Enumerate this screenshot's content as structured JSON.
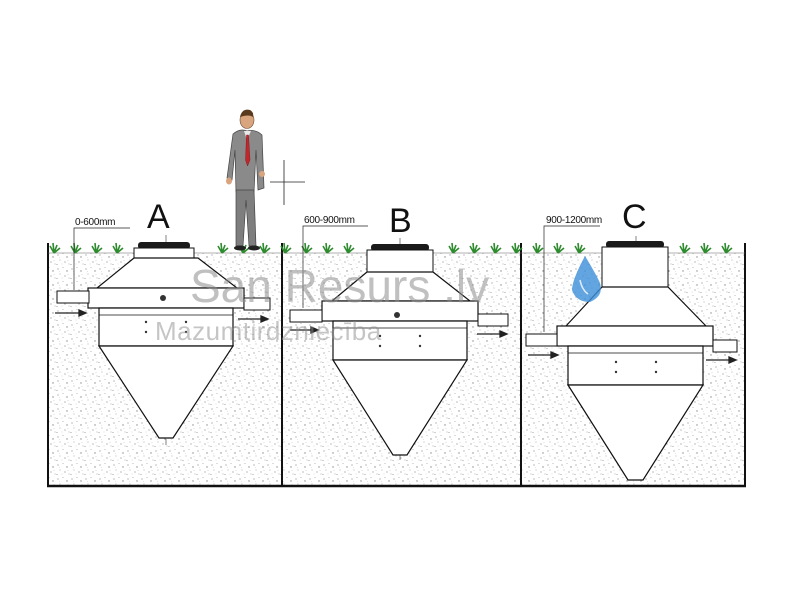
{
  "tanks": [
    {
      "letter": "A",
      "depth_label": "0-600mm"
    },
    {
      "letter": "B",
      "depth_label": "600-900mm"
    },
    {
      "letter": "C",
      "depth_label": "900-1200mm"
    }
  ],
  "watermark": {
    "title": "San Resurs .lv",
    "subtitle": "Mazumtirdzniecība"
  },
  "colors": {
    "soil_dots": "#9a9a9a",
    "grass": "#2e8b2e",
    "outline": "#111111",
    "person_suit": "#8a8a8a",
    "tie": "#c0282d",
    "water_drop": "#3c8fd8"
  },
  "icons": [
    "person-figure",
    "water-drop-logo",
    "flow-arrow",
    "crosshair-marker"
  ]
}
